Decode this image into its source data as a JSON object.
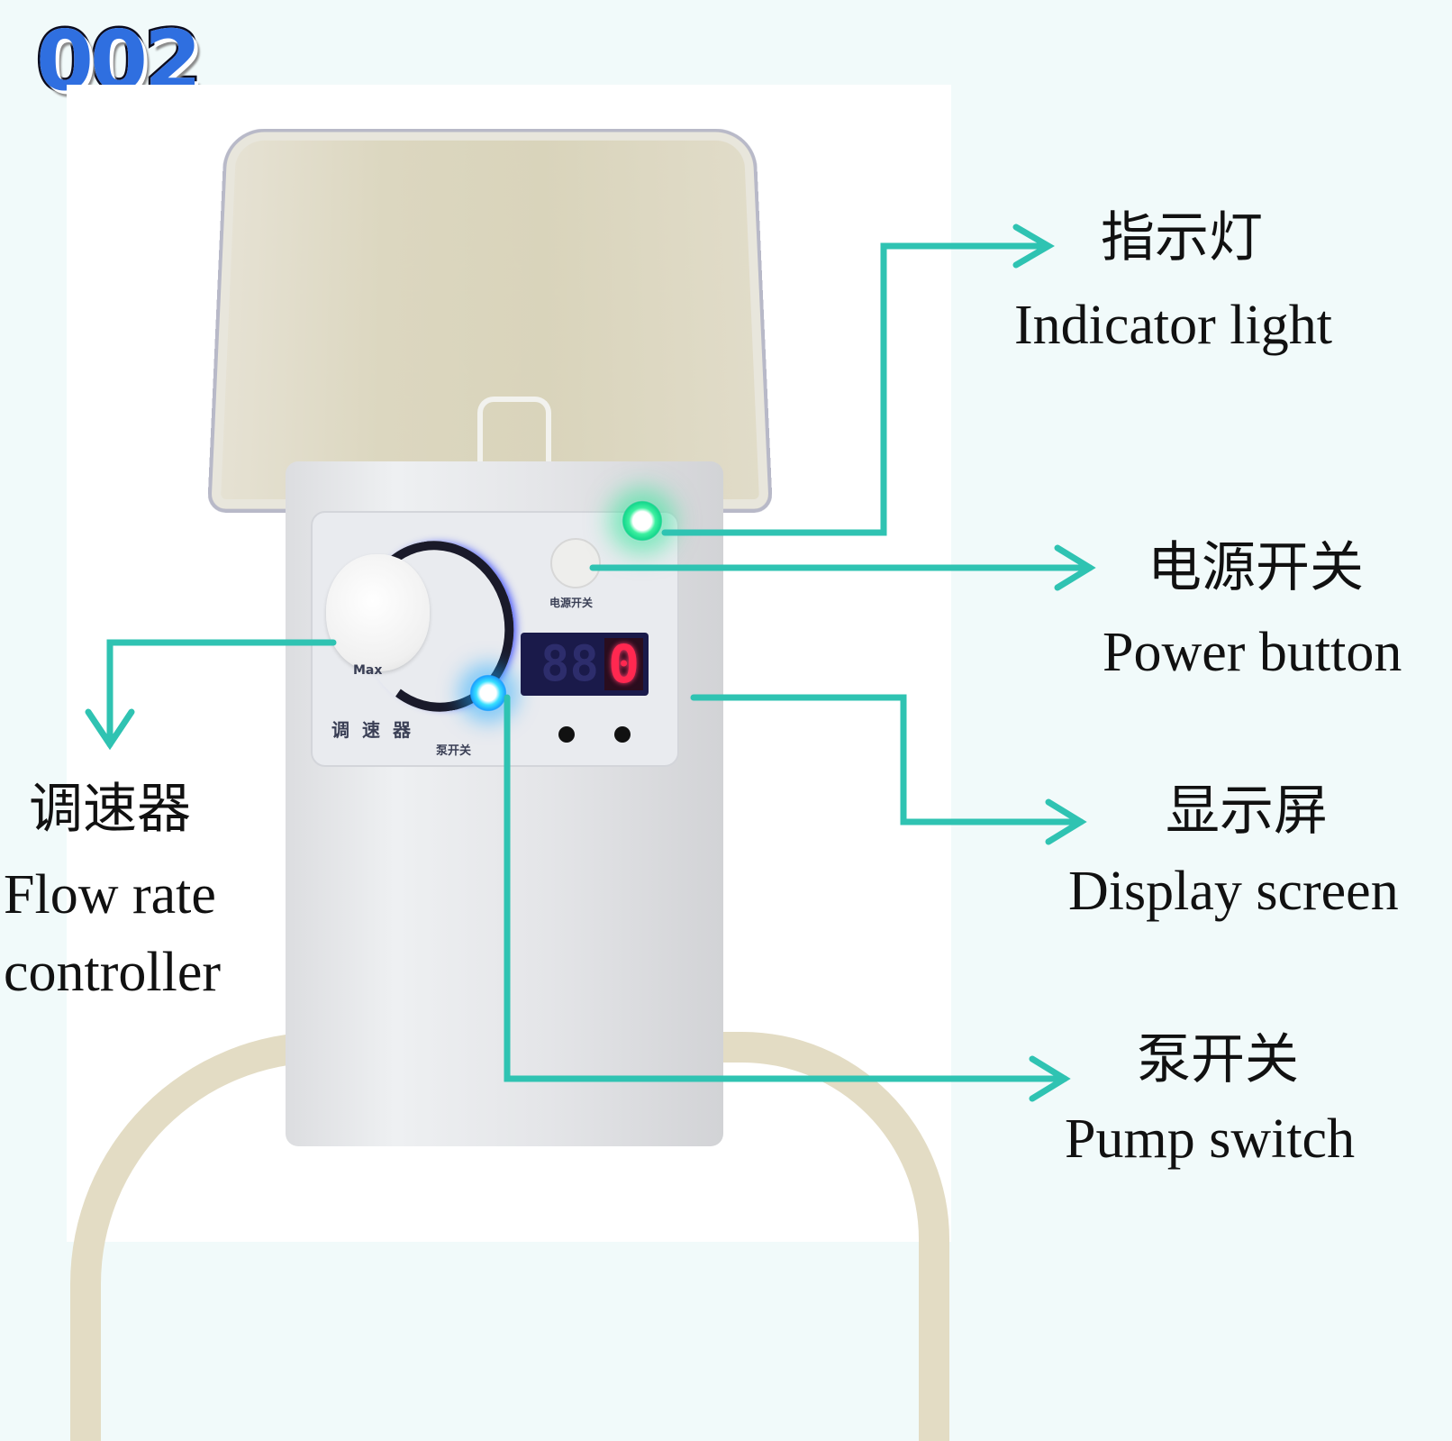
{
  "badge": {
    "text": "002",
    "color": "#2f6fe0"
  },
  "device": {
    "display_value": "0",
    "display_dim_digits": "88",
    "panel_labels": {
      "speed_controller": "调速器",
      "power_switch": "电源开关",
      "pump_switch": "泵开关",
      "dial_max": "Max"
    },
    "led_colors": {
      "indicator": "#14d68c",
      "pump": "#1aa0ff",
      "display_digit": "#ff2850"
    }
  },
  "callouts": [
    {
      "id": "indicator-light",
      "cn": "指示灯",
      "en": "Indicator light"
    },
    {
      "id": "power-button",
      "cn": "电源开关",
      "en": "Power button"
    },
    {
      "id": "display-screen",
      "cn": "显示屏",
      "en": "Display screen"
    },
    {
      "id": "pump-switch",
      "cn": "泵开关",
      "en": "Pump switch"
    },
    {
      "id": "flow-rate-controller",
      "cn": "调速器",
      "en_line1": "Flow rate",
      "en_line2": "controller"
    }
  ],
  "colors": {
    "connector": "#2fc3b2",
    "background": "#f1fafa"
  }
}
